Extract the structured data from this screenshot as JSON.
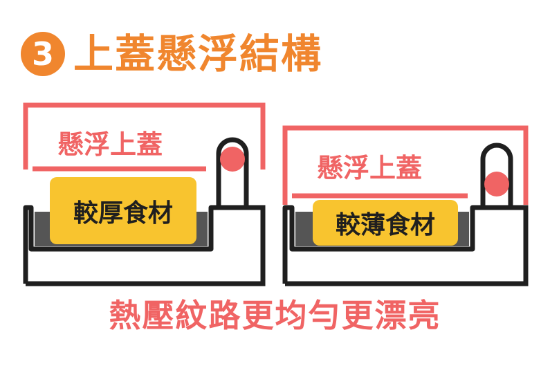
{
  "header": {
    "step_number": "3",
    "title": "上蓋懸浮結構"
  },
  "left": {
    "lid_label": "懸浮上蓋",
    "food_label": "較厚食材"
  },
  "right": {
    "lid_label": "懸浮上蓋",
    "food_label": "較薄食材"
  },
  "caption": "熱壓紋路更均勻更漂亮",
  "colors": {
    "accent_orange": "#f0862e",
    "lid_red": "#f06464",
    "food_yellow": "#f8c42f",
    "plate_gray": "#555555",
    "outline": "#1f1f1f"
  }
}
